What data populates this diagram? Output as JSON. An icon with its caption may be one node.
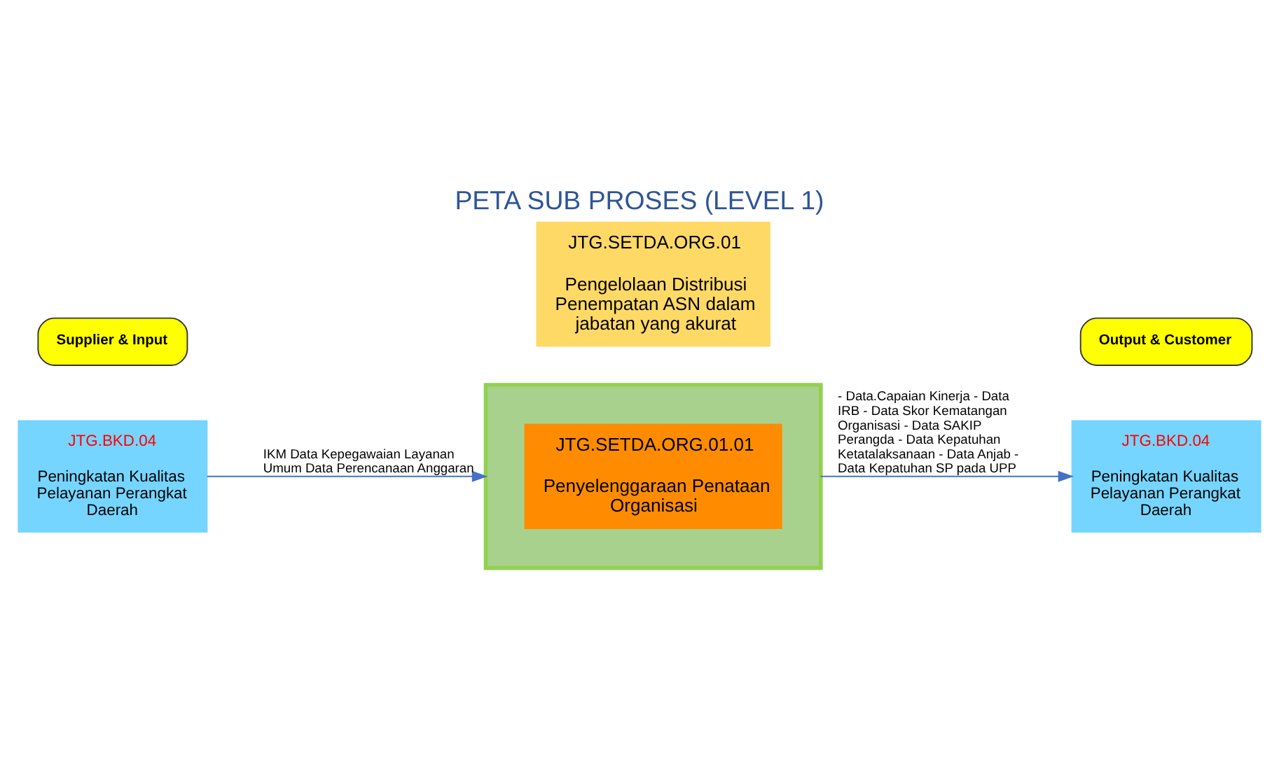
{
  "diagram": {
    "title": "PETA SUB PROSES (LEVEL 1)",
    "nodes": [
      {
        "text": [
          "JTG.SETDA.ORG.01",
          "Pengelolaan Distribusi Penempatan ASN dalam jabatan yang akurat"
        ]
      },
      {
        "text": [
          "Supplier & Input"
        ]
      },
      {
        "text": [
          "Output & Customer"
        ]
      },
      {
        "text": [
          "JTG.BKD.04",
          "Peningkatan Kualitas Pelayanan Perangkat Daerah"
        ]
      },
      {
        "text": [],
        "shape": "box"
      },
      {
        "text": [
          "JTG.SETDA.ORG.01.01",
          "Penyelenggaraan Penataan Organisasi"
        ],
        "in": 4
      },
      {
        "text": [
          "JTG.BKD.04",
          "Peningkatan Kualitas Pelayanan Perangkat Daerah"
        ]
      }
    ],
    "edges": [
      {
        "from": 3,
        "to": 4,
        "arrow": "to",
        "label": "IKM Data Kepegawaian Layanan Umum Data Perencanaan Anggaran"
      },
      {
        "from": 4,
        "to": 6,
        "arrow": "to",
        "label": "- Data.Capaian Kinerja - Data IRB - Data Skor Kematangan Organisasi - Data SAKIP Perangda - Data Kepatuhan Ketatalaksanaan - Data Anjab - Data Kepatuhan SP pada UPP"
      }
    ]
  }
}
